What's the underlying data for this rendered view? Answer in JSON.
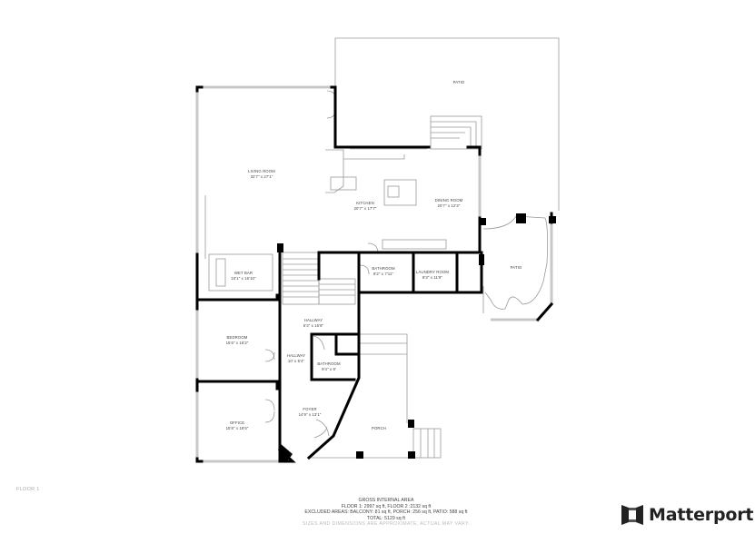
{
  "floor_label": "FLOOR 1",
  "rooms": {
    "patio_north": {
      "name": "PATIO",
      "dims": ""
    },
    "living_room": {
      "name": "LIVING ROOM",
      "dims": "32'7\" x 27'1\""
    },
    "kitchen": {
      "name": "KITCHEN",
      "dims": "20'7\" x 17'7\""
    },
    "dining_room": {
      "name": "DINING ROOM",
      "dims": "20'7\" x 12'3\""
    },
    "wet_bar": {
      "name": "WET BAR",
      "dims": "10'1\" x 16'10\""
    },
    "bathroom_1": {
      "name": "BATHROOM",
      "dims": "8'2\" x 7'11\""
    },
    "laundry_room": {
      "name": "LAUNDRY ROOM",
      "dims": "8'3\" x 11'9\""
    },
    "patio_east": {
      "name": "PATIO",
      "dims": ""
    },
    "hallway_1": {
      "name": "HALLWAY",
      "dims": "6'3\" x 15'8\""
    },
    "bedroom": {
      "name": "BEDROOM",
      "dims": "15'6\" x 16'2\""
    },
    "hallway_2": {
      "name": "HALLWAY",
      "dims": "10' x 6'4\""
    },
    "bathroom_2": {
      "name": "BATHROOM",
      "dims": "9'4\" x 9'"
    },
    "foyer": {
      "name": "FOYER",
      "dims": "14'9\" x 13'1\""
    },
    "office": {
      "name": "OFFICE",
      "dims": "15'8\" x 18'6\""
    },
    "porch": {
      "name": "PORCH",
      "dims": ""
    }
  },
  "area_summary": {
    "title": "GROSS INTERNAL AREA",
    "floors": "FLOOR 1: 2997 sq ft, FLOOR 2 :2132 sq ft",
    "excluded": "EXCLUDED AREAS: BALCONY: 81 sq ft, PORCH: 256 sq ft, PATIO: 588 sq ft",
    "total": "TOTAL: 5129 sq ft",
    "disclaimer": "SIZES AND DIMENSIONS ARE APPROXIMATE, ACTUAL MAY VARY."
  },
  "brand": {
    "name": "Matterport"
  },
  "colors": {
    "wall": "#000000",
    "thin_line": "#9a9a9a",
    "window": "#c8c8c8",
    "text": "#444444",
    "disclaimer": "#bbbbbb"
  }
}
